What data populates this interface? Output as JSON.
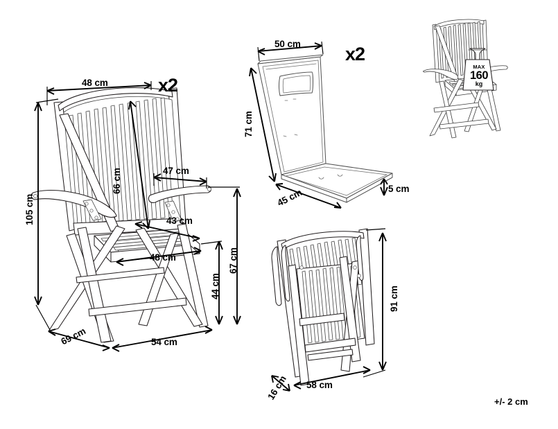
{
  "sheet": {
    "title": "Garden chair and cushion dimension diagram",
    "background_color": "#ffffff",
    "line_color": "#231f20",
    "tolerance_note": "+/- 2 cm"
  },
  "views": {
    "main_chair": {
      "name": "open-armchair-view",
      "quantity_label": "x2",
      "dimensions": {
        "back_width": "48 cm",
        "back_height": "66 cm",
        "arm_depth": "47 cm",
        "seat_depth": "43 cm",
        "seat_width": "48 cm",
        "total_height": "105 cm",
        "arm_height": "67 cm",
        "seat_height": "44 cm",
        "overall_depth": "69 cm",
        "overall_width": "54 cm"
      }
    },
    "cushion": {
      "name": "high-back-cushion-view",
      "quantity_label": "x2",
      "dimensions": {
        "top_width": "50 cm",
        "back_length": "71 cm",
        "seat_width": "45 cm",
        "thickness": "5 cm"
      }
    },
    "folded_chair": {
      "name": "folded-chair-view",
      "dimensions": {
        "height": "91 cm",
        "depth": "16 cm",
        "width": "58 cm"
      }
    },
    "load_chair": {
      "name": "max-load-chair-view",
      "weight_block": {
        "max_text": "MAX",
        "value": "160",
        "unit": "kg"
      }
    }
  }
}
